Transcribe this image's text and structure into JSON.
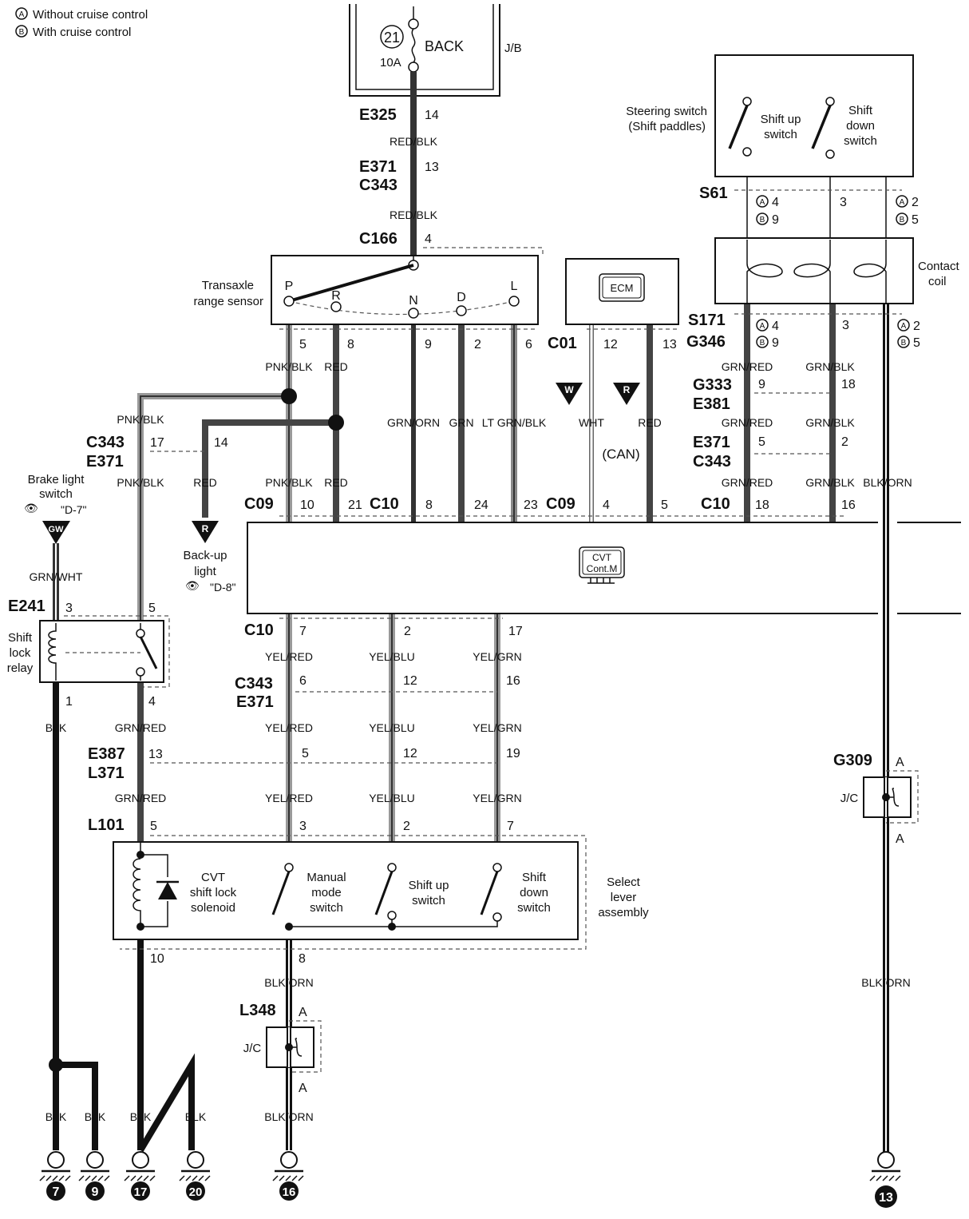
{
  "legend": {
    "a_mark": "A",
    "a_text": "Without cruise control",
    "b_mark": "B",
    "b_text": "With cruise control"
  },
  "fuse": {
    "number": "21",
    "name": "BACK",
    "amp": "10A",
    "block": "J/B"
  },
  "connectors": {
    "e325": "E325",
    "e371": "E371",
    "c343": "C343",
    "c166": "C166",
    "c01": "C01",
    "c09": "C09",
    "c10": "C10",
    "s61": "S61",
    "s171": "S171",
    "g346": "G346",
    "g333": "G333",
    "e381": "E381",
    "e241": "E241",
    "e387": "E387",
    "l371": "L371",
    "l101": "L101",
    "l348": "L348",
    "g309": "G309"
  },
  "wires": {
    "red_blk": "RED/BLK",
    "pnk_blk": "PNK/BLK",
    "red": "RED",
    "grn_orn": "GRN/ORN",
    "grn": "GRN",
    "lt_grn_blk": "LT GRN/BLK",
    "wht": "WHT",
    "grn_red": "GRN/RED",
    "grn_blk": "GRN/BLK",
    "blk_orn": "BLK/ORN",
    "grn_wht": "GRN/WHT",
    "blk": "BLK",
    "yel_red": "YEL/RED",
    "yel_blu": "YEL/BLU",
    "yel_grn": "YEL/GRN",
    "blk_orn_cap": "BLK/ORN"
  },
  "components": {
    "steering_switch_1": "Steering switch",
    "steering_switch_2": "(Shift paddles)",
    "shift_up_1": "Shift up",
    "shift_up_2": "switch",
    "shift_down_1": "Shift",
    "shift_down_2": "down",
    "shift_down_3": "switch",
    "contact_coil_1": "Contact",
    "contact_coil_2": "coil",
    "transaxle_1": "Transaxle",
    "transaxle_2": "range sensor",
    "range_p": "P",
    "range_r": "R",
    "range_n": "N",
    "range_d": "D",
    "range_l": "L",
    "ecm": "ECM",
    "can": "(CAN)",
    "cvt_1": "CVT",
    "cvt_2": "Cont.M",
    "brake_1": "Brake light",
    "brake_2": "switch",
    "brake_ref": "\"D-7\"",
    "backup_1": "Back-up",
    "backup_2": "light",
    "backup_ref": "\"D-8\"",
    "shift_lock_1": "Shift",
    "shift_lock_2": "lock",
    "shift_lock_3": "relay",
    "cvt_sol_1": "CVT",
    "cvt_sol_2": "shift lock",
    "cvt_sol_3": "solenoid",
    "manual_1": "Manual",
    "manual_2": "mode",
    "manual_3": "switch",
    "sl_up_1": "Shift up",
    "sl_up_2": "switch",
    "sl_down_1": "Shift",
    "sl_down_2": "down",
    "sl_down_3": "switch",
    "select_1": "Select",
    "select_2": "lever",
    "select_3": "assembly",
    "jc": "J/C",
    "tag_w": "W",
    "tag_r": "R",
    "tag_gw": "GW",
    "jc_a": "A"
  },
  "pins": {
    "e325": "14",
    "e371_top": "13",
    "c166": "4",
    "s61_a1": "4",
    "s61_b1": "9",
    "s61_mid": "3",
    "s61_a2": "2",
    "s61_b2": "5",
    "s171_a1": "4",
    "s171_b1": "9",
    "s171_mid": "3",
    "s171_a2": "2",
    "s171_b2": "5",
    "tr_5": "5",
    "tr_8": "8",
    "tr_9": "9",
    "tr_2": "2",
    "tr_6": "6",
    "c01_12": "12",
    "c01_13": "13",
    "g333_9": "9",
    "g333_18": "18",
    "e371_5": "5",
    "e371_2": "2",
    "c343_17": "17",
    "c343_14": "14",
    "c09_10": "10",
    "c09_21": "21",
    "c10_8": "8",
    "c10_24": "24",
    "c10_23": "23",
    "c09_4": "4",
    "c09_5": "5",
    "c10_18": "18",
    "c10_16": "16",
    "c10_7": "7",
    "c10_2": "2",
    "c10_17": "17",
    "c343_6": "6",
    "c343_12": "12",
    "c343_16": "16",
    "e387_13": "13",
    "e387_5": "5",
    "e387_12": "12",
    "e387_19": "19",
    "l101_5": "5",
    "l101_3": "3",
    "l101_2": "2",
    "l101_7": "7",
    "l101_10": "10",
    "l101_8": "8",
    "e241_3": "3",
    "e241_5": "5",
    "e241_1": "1",
    "e241_4": "4"
  },
  "grounds": [
    "7",
    "9",
    "17",
    "20",
    "16",
    "13"
  ]
}
